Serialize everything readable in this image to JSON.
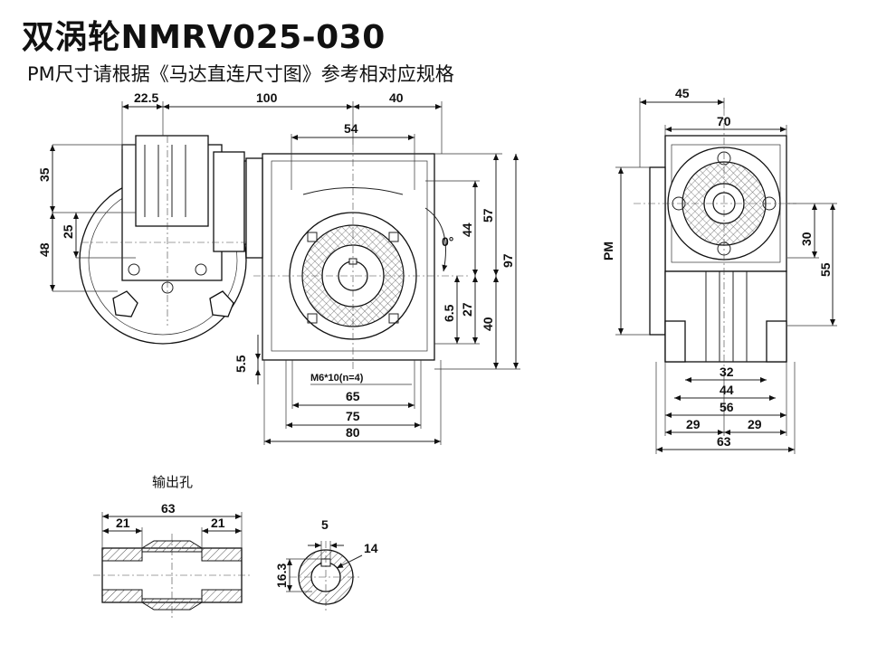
{
  "title": "双涡轮NMRV025-030",
  "subtitle": "PM尺寸请根据《马达直连尺寸图》参考相对应规格",
  "output_hole_label": "输出孔",
  "front_view": {
    "top_dims": [
      "22.5",
      "100",
      "40",
      "54"
    ],
    "left_dims": [
      "35",
      "25",
      "48"
    ],
    "right_dims": [
      "44",
      "57",
      "97",
      "6.5",
      "27",
      "40"
    ],
    "angle": "0°",
    "bottom_dims": [
      "5.5",
      "65",
      "75",
      "80"
    ],
    "thread_note": "M6*10(n=4)"
  },
  "side_view": {
    "top_dims": [
      "45",
      "70"
    ],
    "pm_label": "PM",
    "right_dims": [
      "30",
      "55"
    ],
    "bottom_dims": [
      "32",
      "44",
      "56",
      "29",
      "29",
      "63"
    ]
  },
  "output_hole": {
    "section_dims": [
      "63",
      "21",
      "21"
    ],
    "bore_dims": [
      "5",
      "14",
      "16.3"
    ]
  }
}
